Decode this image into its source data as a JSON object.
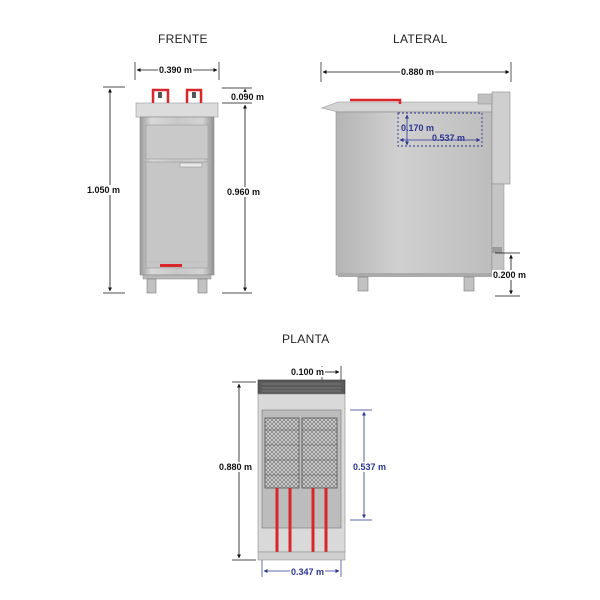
{
  "views": {
    "front": {
      "title": "FRENTE",
      "dims": {
        "width": "0.390 m",
        "top_rim": "0.090 m",
        "total_height": "1.050 m",
        "body_height": "0.960 m"
      }
    },
    "side": {
      "title": "LATERAL",
      "dims": {
        "depth": "0.880 m",
        "tank_depth": "0.170 m",
        "tank_length": "0.537 m",
        "foot_height": "0.200 m"
      }
    },
    "plan": {
      "title": "PLANTA",
      "dims": {
        "rear_gap": "0.100 m",
        "depth": "0.880 m",
        "basket_length": "0.537 m",
        "width": "0.347 m"
      }
    }
  },
  "colors": {
    "steel_light": "#e2e2e2",
    "steel_mid": "#c4c4c4",
    "steel_dark": "#8e8e8e",
    "handle_red": "#d9262c",
    "dimension_line": "#111111",
    "tank_outline": "#2a3590"
  }
}
